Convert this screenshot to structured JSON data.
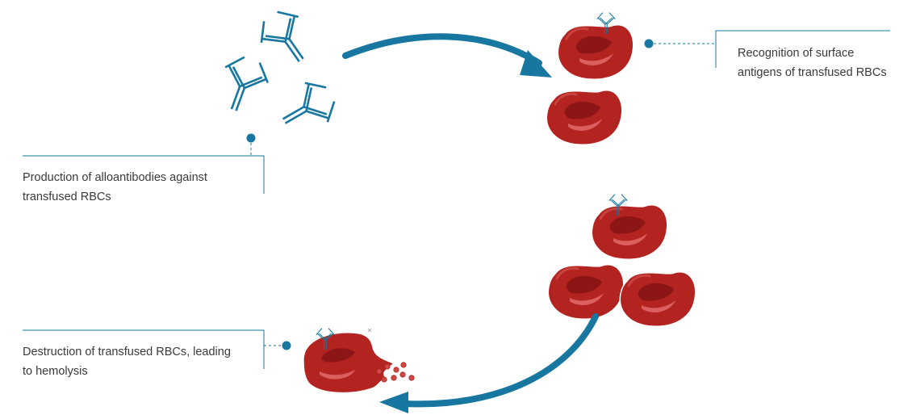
{
  "colors": {
    "accent": "#1777a0",
    "rbc": "#b3231f",
    "rbc_dark": "#8c1515",
    "rbc_highlight": "#e06a6a",
    "text": "#3a3a3a",
    "line": "#1777a0"
  },
  "steps": [
    {
      "id": "production",
      "lines": [
        "Production of alloantibodies against",
        "transfused RBCs"
      ]
    },
    {
      "id": "recognition",
      "lines": [
        "Recognition of surface",
        "antigens of transfused RBCs"
      ]
    },
    {
      "id": "destruction",
      "lines": [
        "Destruction of transfused RBCs, leading",
        "to hemolysis"
      ]
    }
  ],
  "icons": [
    "antibody-icon",
    "red-blood-cell-icon",
    "curved-arrow-icon",
    "lysis-fragment-icon"
  ]
}
